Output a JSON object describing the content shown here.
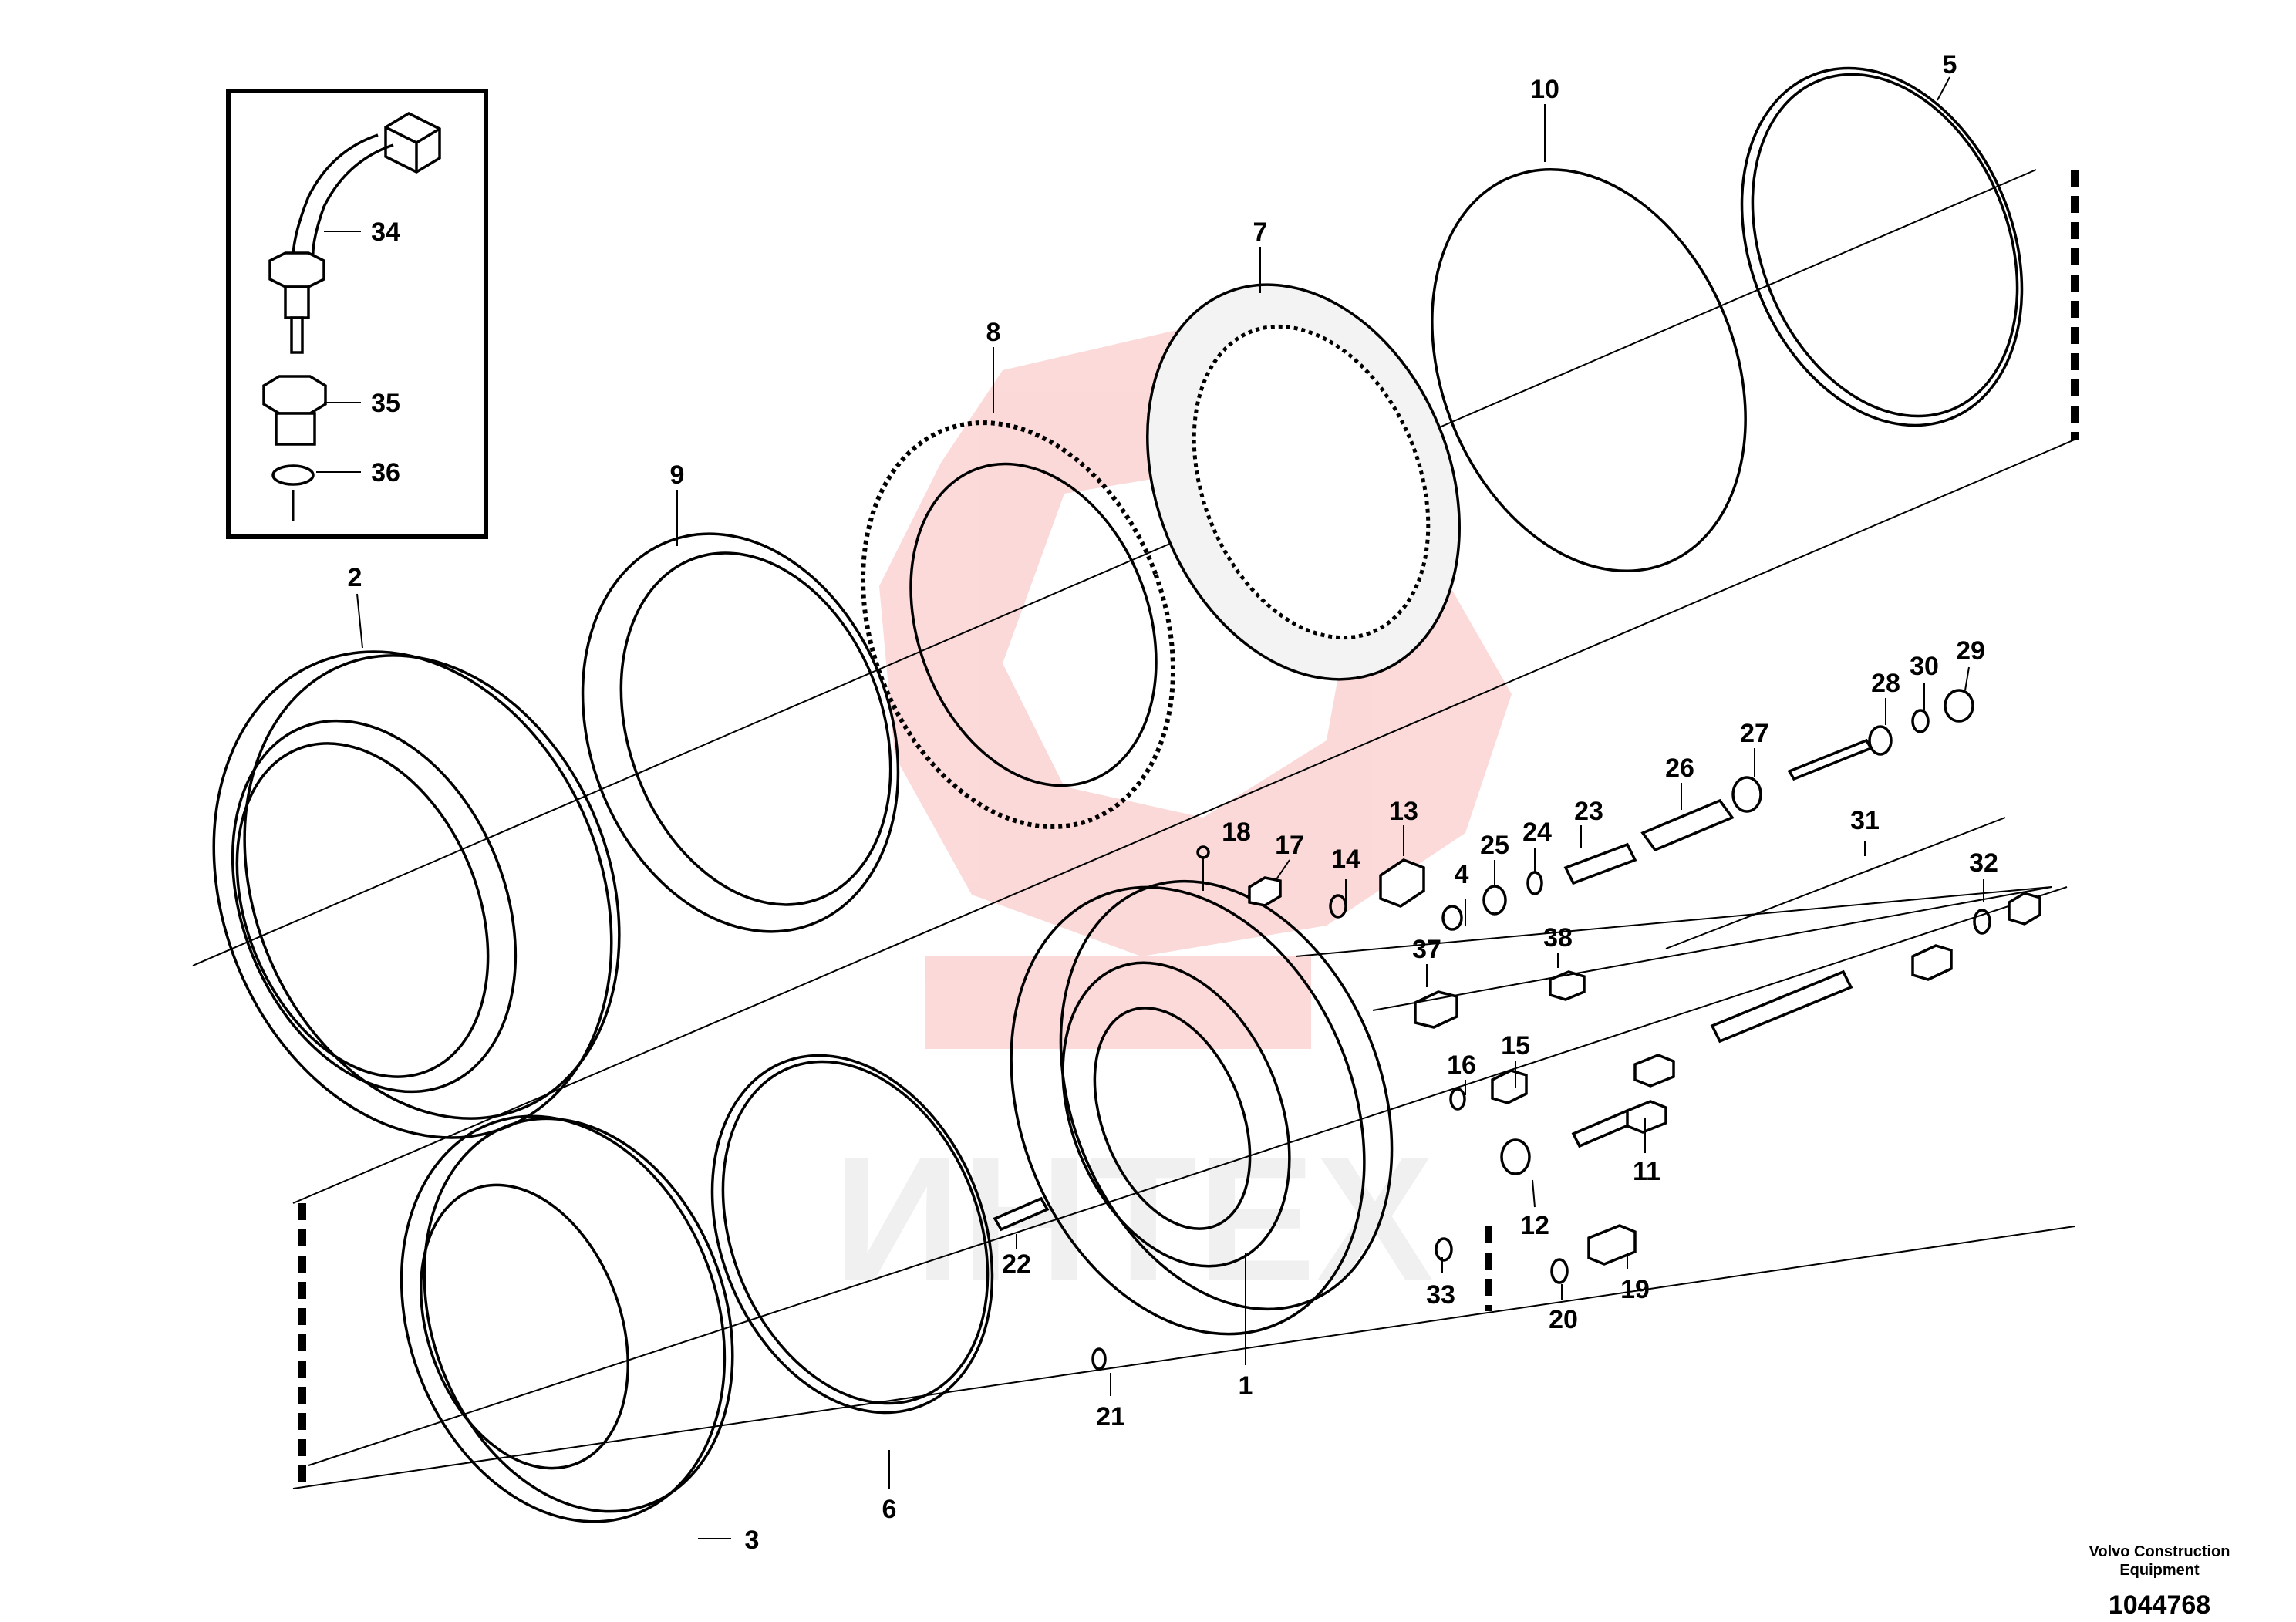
{
  "diagram": {
    "callouts": [
      "1",
      "2",
      "3",
      "4",
      "5",
      "6",
      "7",
      "8",
      "9",
      "10",
      "11",
      "12",
      "13",
      "14",
      "15",
      "16",
      "17",
      "18",
      "19",
      "20",
      "21",
      "22",
      "23",
      "24",
      "25",
      "26",
      "27",
      "28",
      "29",
      "30",
      "31",
      "32",
      "33",
      "34",
      "35",
      "36",
      "37",
      "38"
    ],
    "watermark_text": "ИНТЕХ"
  },
  "footer": {
    "credit_line1": "Volvo Construction",
    "credit_line2": "Equipment",
    "document_number": "1044768"
  },
  "colors": {
    "linework": "#000000",
    "watermark": "#e8332e",
    "background": "#ffffff"
  }
}
